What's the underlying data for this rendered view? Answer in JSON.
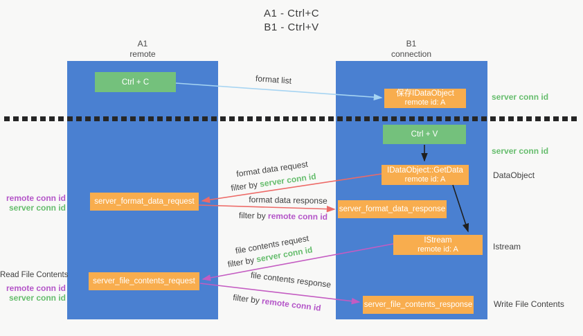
{
  "title": {
    "line1": "A1 - Ctrl+C",
    "line2": "B1 - Ctrl+V"
  },
  "columns": {
    "left": {
      "name": "A1",
      "role": "remote"
    },
    "right": {
      "name": "B1",
      "role": "connection"
    }
  },
  "nodes": {
    "ctrl_c": "Ctrl + C",
    "save_idataobject": {
      "line1": "保存IDataObject",
      "line2": "remote id: A"
    },
    "ctrl_v": "Ctrl + V",
    "getdata": {
      "line1": "IDataObject::GetData",
      "line2": "remote id: A"
    },
    "format_request": "server_format_data_request",
    "format_response": "server_format_data_response",
    "istream": {
      "line1": "IStream",
      "line2": "remote id: A"
    },
    "file_request": "server_file_contents_request",
    "file_response": "server_file_contents_response"
  },
  "flow_labels": {
    "format_list": "format list",
    "format_data_request": "format data request",
    "format_data_response": "format data response",
    "file_contents_request": "file contents request",
    "file_contents_response": "file contents response",
    "filter_by": "filter by",
    "server_conn_id": "server conn id",
    "remote_conn_id": "remote conn id"
  },
  "side_labels": {
    "server_conn_id": "server conn id",
    "remote_conn_id": "remote conn id",
    "dataobject": "DataObject",
    "istream": "Istream",
    "read_file_contents": "Read File Contents",
    "write_file_contents": "Write File Contents"
  },
  "colors": {
    "lifeline_blue": "#4a80d1",
    "node_green": "#74c17c",
    "node_orange": "#f8ad4e",
    "label_green": "#66bd6d",
    "label_purple": "#b455c8",
    "arrow_red": "#ed6a67",
    "arrow_magenta": "#c45cc2",
    "arrow_lightblue": "#a6d4f2",
    "arrow_black": "#1f1f1f"
  }
}
